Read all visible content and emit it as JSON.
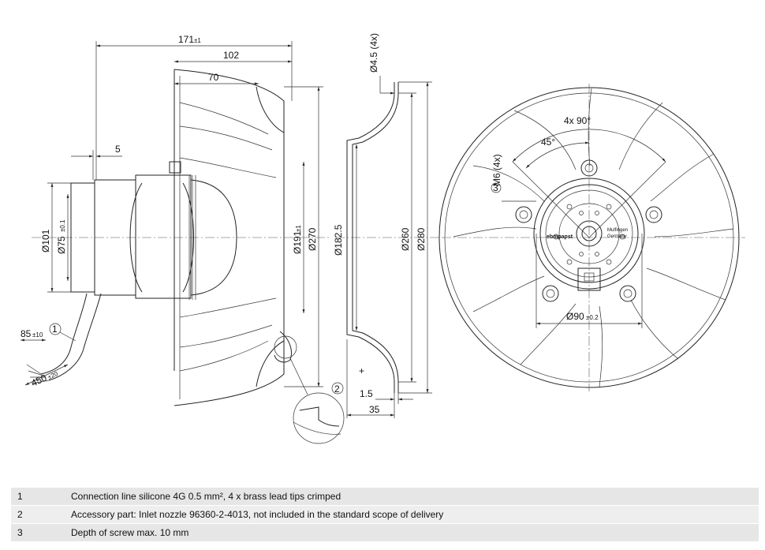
{
  "dimensions": {
    "overall_length": "171",
    "overall_length_tol": "±1",
    "impeller_depth": "102",
    "impeller_depth_inner": "70",
    "motor_offset": "5",
    "dia_101": "Ø101",
    "dia_75": "Ø75",
    "dia_75_tol": "±0.1",
    "dia_191": "Ø191",
    "dia_191_tol": "±1",
    "dia_270": "Ø270",
    "cable_85": "85",
    "cable_85_tol": "±10",
    "cable_450": "450",
    "cable_450_tol": "±20",
    "hole_45": "Ø4.5 (4x)",
    "dia_1825": "Ø182.5",
    "dia_260": "Ø260",
    "dia_280": "Ø280",
    "flange_15": "1.5",
    "flange_35": "35",
    "angle_4x90": "4x 90°",
    "angle_45": "45°",
    "thread_m6": "M6 (4x)",
    "dia_90": "Ø90",
    "dia_90_tol": "±0.2"
  },
  "markers": {
    "m1": "1",
    "m2": "2",
    "m3": "3"
  },
  "motor_label": {
    "brand": "ebmpapst",
    "place": "Mulfingen",
    "country": "Germany"
  },
  "legend": [
    {
      "no": "1",
      "text": "Connection line silicone 4G 0.5 mm², 4 x brass lead tips crimped"
    },
    {
      "no": "2",
      "text": "Accessory part: Inlet nozzle 96360-2-4013, not included in the standard scope of delivery"
    },
    {
      "no": "3",
      "text": "Depth of screw max. 10 mm"
    }
  ]
}
